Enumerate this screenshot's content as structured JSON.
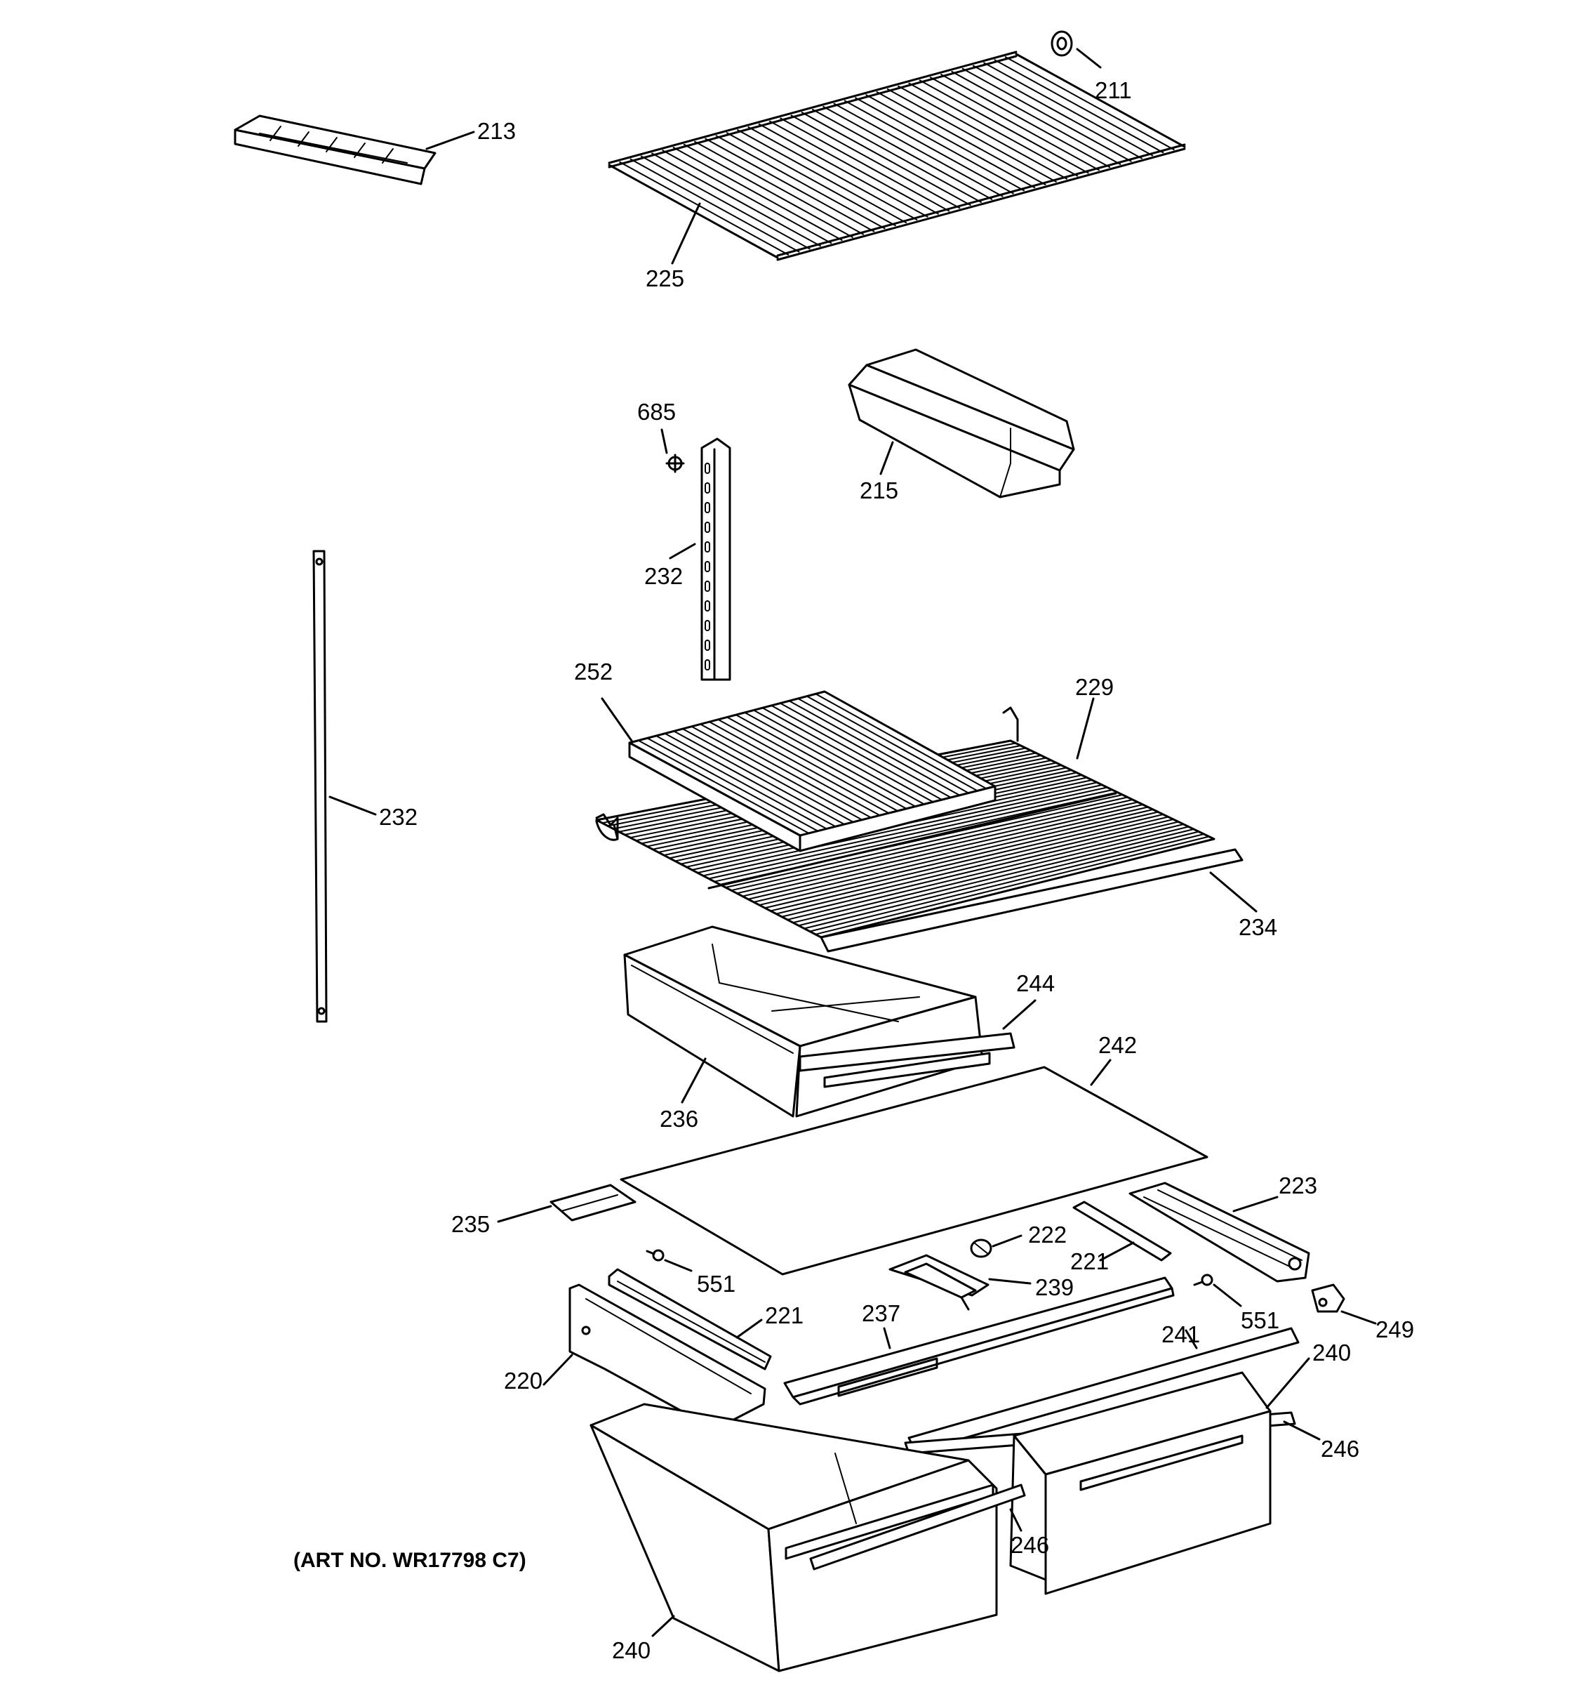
{
  "labels": {
    "p211": "211",
    "p213": "213",
    "p225": "225",
    "p685": "685",
    "p215": "215",
    "p232a": "232",
    "p232b": "232",
    "p252": "252",
    "p229": "229",
    "p234": "234",
    "p244": "244",
    "p236": "236",
    "p242": "242",
    "p223": "223",
    "p235": "235",
    "p222": "222",
    "p221a": "221",
    "p551a": "551",
    "p239": "239",
    "p221b": "221",
    "p551b": "551",
    "p249": "249",
    "p237": "237",
    "p241": "241",
    "p240a": "240",
    "p220": "220",
    "p246a": "246",
    "p246b": "246",
    "p240b": "240"
  },
  "art_number": "(ART NO. WR17798 C7)"
}
